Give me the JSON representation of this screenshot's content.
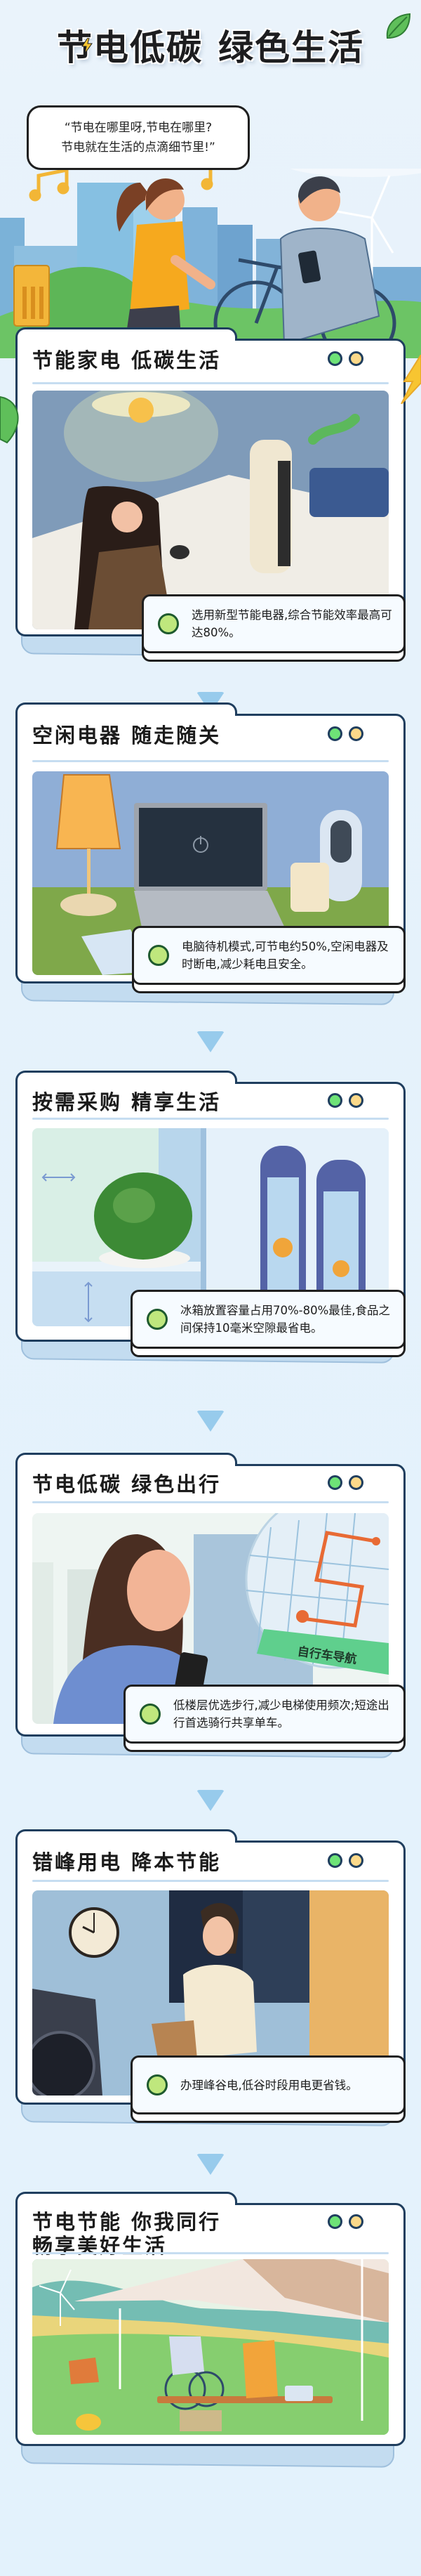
{
  "hero": {
    "title_part1": "节电低碳",
    "title_part2": "绿色生活",
    "speech_line1": "“节电在哪里呀,节电在哪里?",
    "speech_line2": "节电就在生活的点滴细节里!”",
    "icons": [
      "lightning-bolt-icon",
      "leaf-icon",
      "music-note-icon",
      "recycle-bin-icon",
      "wind-turbine-icon",
      "bicycle-icon"
    ]
  },
  "colors": {
    "background": "#e6f2fb",
    "card_border": "#1f3e5e",
    "dot_green": "#6ee377",
    "dot_yellow": "#fbd98a",
    "note_dot": "#bfe77d",
    "arrow": "#97cbec",
    "divider": "#c6ddf1"
  },
  "cards": [
    {
      "title": "节能家电 低碳生活",
      "note": "选用新型节能电器,综合节能效率最高可达80%。",
      "illustration": "woman-on-sofa-with-remote-lamp-air-conditioner"
    },
    {
      "title": "空闲电器 随走随关",
      "note": "电脑待机模式,可节电约50%,空闲电器及时断电,减少耗电且安全。",
      "illustration": "laptop-standby-desk-lamp-mug-heater"
    },
    {
      "title": "按需采购 精享生活",
      "note": "冰箱放置容量占用70%-80%最佳,食品之间保持10毫米空隙最省电。",
      "illustration": "fridge-interior-broccoli-drinks"
    },
    {
      "title": "节电低碳 绿色出行",
      "note": "低楼层优选步行,减少电梯使用频次;短途出行首选骑行共享单车。",
      "illustration": "woman-using-phone-bike-navigation",
      "map_label": "自行车导航"
    },
    {
      "title": "错峰用电 降本节能",
      "note": "办理峰谷电,低谷时段用电更省钱。",
      "illustration": "man-laundry-night-clock-moon"
    },
    {
      "title_line1": "节电节能 你我同行",
      "title_line2": "畅享美好生活",
      "illustration": "outdoor-picnic-tent-bicycle-wind-turbine"
    }
  ]
}
